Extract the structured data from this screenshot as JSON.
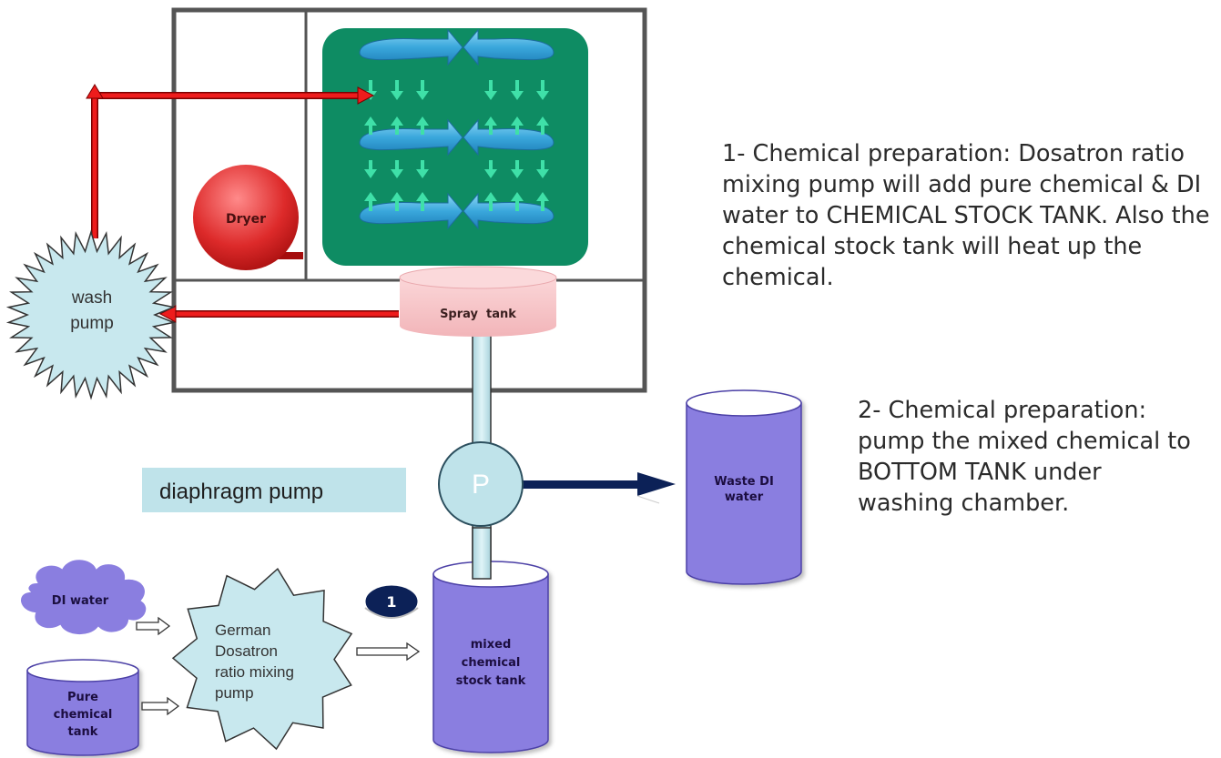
{
  "labels": {
    "dryer": "Dryer",
    "wash_pump": [
      "wash",
      "pump"
    ],
    "spray_tank": "Spray  tank",
    "pump_p": "P",
    "waste_tank": [
      "Waste DI",
      "water"
    ],
    "diaphragm_pump": "diaphragm pump",
    "di_water": "DI water",
    "pure_chemical_tank": [
      "Pure",
      "chemical",
      "tank"
    ],
    "dosatron_pump": [
      "German",
      "Dosatron",
      "ratio mixing",
      "pump"
    ],
    "mixed_tank": [
      "mixed",
      "chemical",
      "stock tank"
    ],
    "step_badge": "1"
  },
  "notes": {
    "step1": "1- Chemical preparation: Dosatron ratio mixing pump will add pure chemical & DI water to CHEMICAL STOCK TANK. Also the chemical stock tank will heat up the chemical.",
    "step2": "2- Chemical preparation: pump the mixed chemical to BOTTOM TANK under washing chamber."
  },
  "colors": {
    "chamber_green": "#0e8c63",
    "swirl_blue": "#4ab3e3",
    "flow_arrow_green": "#3fe0a8",
    "red_pipe": "#ee1c1c",
    "dryer_red": "#dd2a2a",
    "spray_tank_pink": "#f7c8cb",
    "tank_purple": "#8a7ee0",
    "light_teal": "#c8e8ee",
    "navy": "#0c2157",
    "frame_grey": "#555555"
  }
}
